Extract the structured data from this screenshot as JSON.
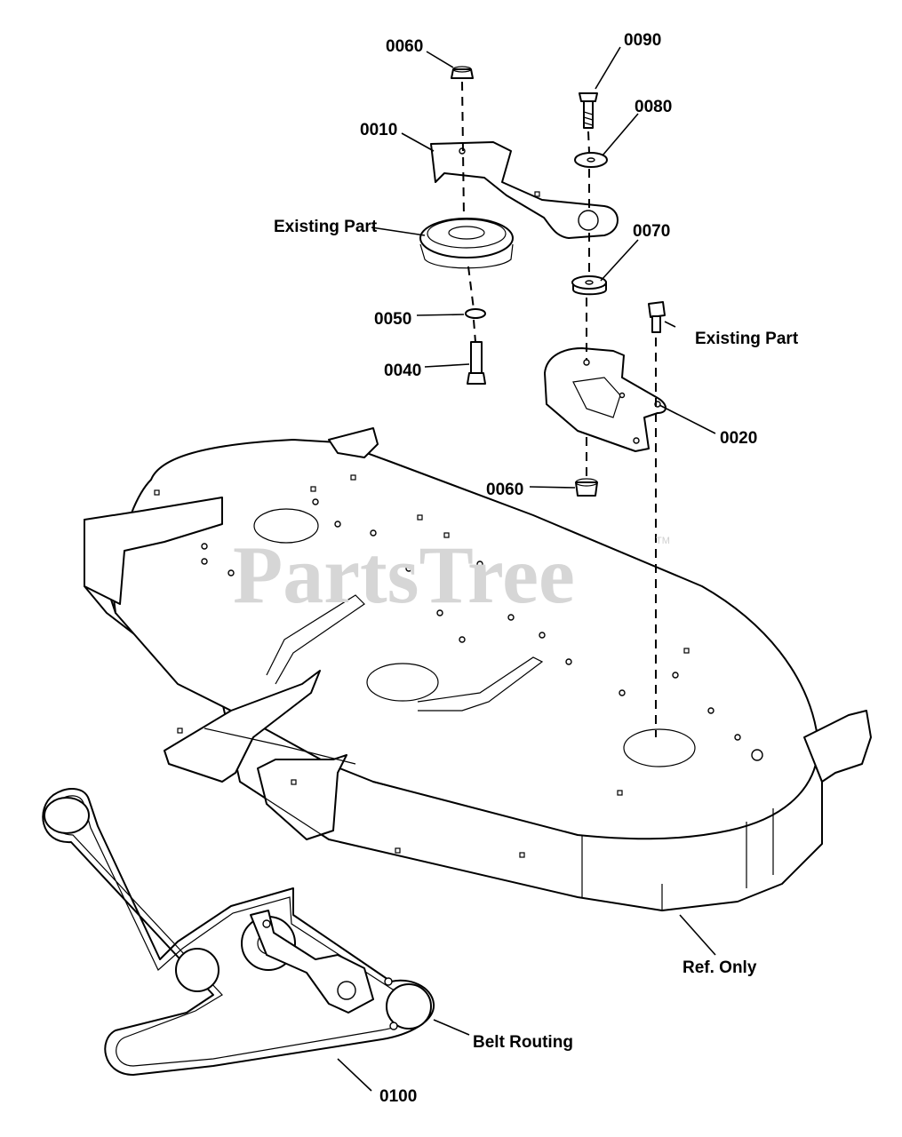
{
  "watermark": {
    "text": "PartsTree",
    "trademark": "TM"
  },
  "callouts": {
    "c0060_top": "0060",
    "c0090": "0090",
    "c0080": "0080",
    "c0010": "0010",
    "existing_part_pulley": "Existing Part",
    "c0070": "0070",
    "c0050": "0050",
    "existing_part_bolt": "Existing Part",
    "c0040": "0040",
    "c0020": "0020",
    "c0060_bottom": "0060",
    "ref_only": "Ref. Only",
    "belt_routing": "Belt Routing",
    "c0100": "0100"
  },
  "colors": {
    "line": "#000000",
    "background": "#ffffff",
    "watermark": "#d6d6d6"
  }
}
